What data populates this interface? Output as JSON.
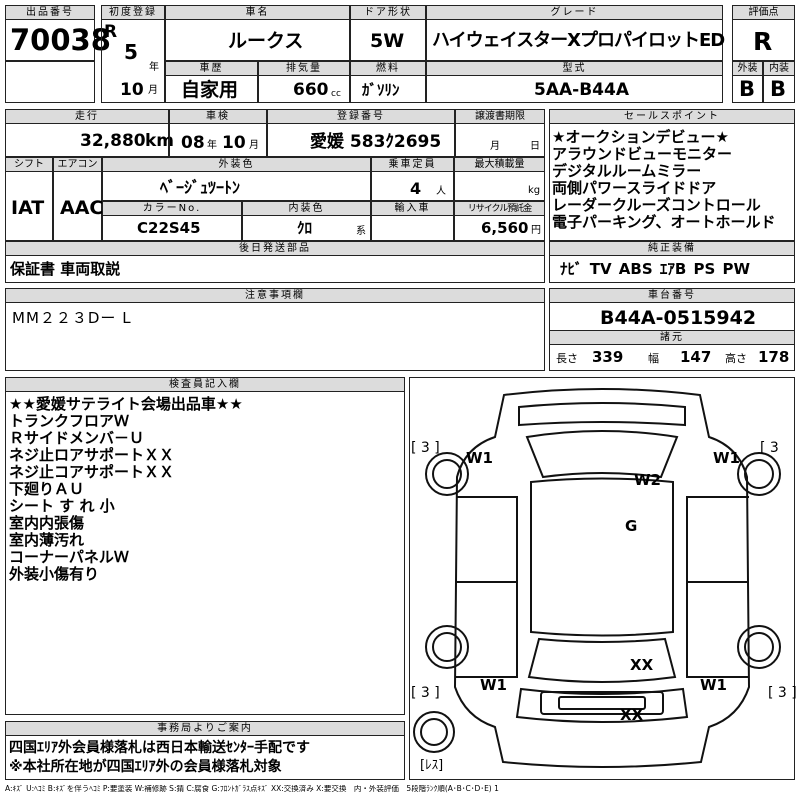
{
  "header": {
    "labels": {
      "lot": "出品番号",
      "first_reg": "初度登録",
      "car_name": "車名",
      "door": "ドア形状",
      "grade": "グレード",
      "eval": "評価点",
      "history": "車歴",
      "displacement": "排気量",
      "fuel": "燃料",
      "model": "型式",
      "ext": "外装",
      "int": "内装"
    },
    "lot_number": "70038",
    "era": "R",
    "year": "5",
    "year_unit": "年",
    "month": "10",
    "month_unit": "月",
    "car_name": "ルークス",
    "door": "5W",
    "grade": "ハイウェイスターXプロパイロットED",
    "evaluation": "R",
    "history": "自家用",
    "displacement": "660",
    "displacement_unit": "cc",
    "fuel": "ｶﾞｿﾘﾝ",
    "model": "5AA-B44A",
    "ext_grade": "B",
    "int_grade": "B"
  },
  "row2": {
    "labels": {
      "mileage": "走行",
      "inspection": "車検",
      "plate": "登録番号",
      "transfer": "譲渡書期限"
    },
    "mileage": "32,880",
    "mileage_unit": "km",
    "inspection_year": "08",
    "inspection_year_unit": "年",
    "inspection_month": "10",
    "inspection_month_unit": "月",
    "plate": "愛媛 583ｸ2695",
    "transfer_month_unit": "月",
    "transfer_day_unit": "日"
  },
  "row3": {
    "labels": {
      "shift": "シフト",
      "aircon": "エアコン",
      "color": "外装色",
      "capacity": "乗車定員",
      "load": "最大積載量",
      "color_no": "カラーNo.",
      "interior_color": "内装色",
      "import": "輸入車",
      "recycle": "リサイクル預託金",
      "shipping": "後日発送部品"
    },
    "shift": "IAT",
    "aircon": "AAC",
    "color": "ﾍﾞｰｼﾞｭﾂｰﾄﾝ",
    "capacity": "4",
    "capacity_unit": "人",
    "load_unit": "kg",
    "color_no": "C22S45",
    "interior_color": "ｸﾛ",
    "interior_suffix": "系",
    "recycle": "6,560",
    "recycle_unit": "円",
    "shipping_items": "保証書 車両取説"
  },
  "sales_points": {
    "label": "セールスポイント",
    "items": [
      "★オークションデビュー★",
      "アラウンドビューモニター",
      "デジタルルームミラー",
      "両側パワースライドドア",
      "レーダークルーズコントロール",
      "電子パーキング、オートホールド"
    ]
  },
  "equipment": {
    "label": "純正装備",
    "value": "ﾅﾋﾞ TV ABS ｴｱB PS PW"
  },
  "notes": {
    "label": "注意事項欄",
    "value": "MM２２３Dー L"
  },
  "chassis": {
    "label": "車台番号",
    "value": "B44A-0515942",
    "dims_label": "諸元",
    "length_label": "長さ",
    "length": "339",
    "width_label": "幅",
    "width": "147",
    "height_label": "高さ",
    "height": "178"
  },
  "inspector": {
    "label": "検査員記入欄",
    "lines": [
      "★★愛媛サテライト会場出品車★★",
      "トランクフロアＷ",
      "Ｒサイドメンバ－Ｕ",
      "ネジ止ロアサポートＸＸ",
      "ネジ止コアサポートＸＸ",
      "下廻りＡＵ",
      "シート す れ 小",
      "室内内張傷",
      "室内薄汚れ",
      "コーナーパネルＷ",
      "外装小傷有り"
    ]
  },
  "diagram": {
    "marks": {
      "w1_tl": "W1",
      "w1_tr": "W1",
      "w2": "W2",
      "g": "G",
      "xx_mid": "XX",
      "w1_bl": "W1",
      "w1_br": "W1",
      "xx_bottom": "XX"
    },
    "tire_tl": "[ 3 ]",
    "tire_tr": "[ 3",
    "tire_bl": "[ 3 ]",
    "tire_br": "[ 3 ]",
    "spare": "[ﾚｽ]"
  },
  "office": {
    "label": "事務局よりご案内",
    "lines": [
      "四国ｴﾘｱ外会員様落札は西日本輸送ｾﾝﾀｰ手配です",
      "※本社所在地が四国ｴﾘｱ外の会員様落札対象"
    ]
  },
  "legend": "A:ｷｽﾞ U:ﾍｺﾐ B:ｷｽﾞを伴うﾍｺﾐ P:要塗装 W:補修跡 S:錆 C:腐食 G:ﾌﾛﾝﾄｶﾞﾗｽ点ｷｽﾞ XX:交換済み X:要交換　内・外装評価　5段階ﾗﾝｸ順(A･B･C･D･E) 1"
}
